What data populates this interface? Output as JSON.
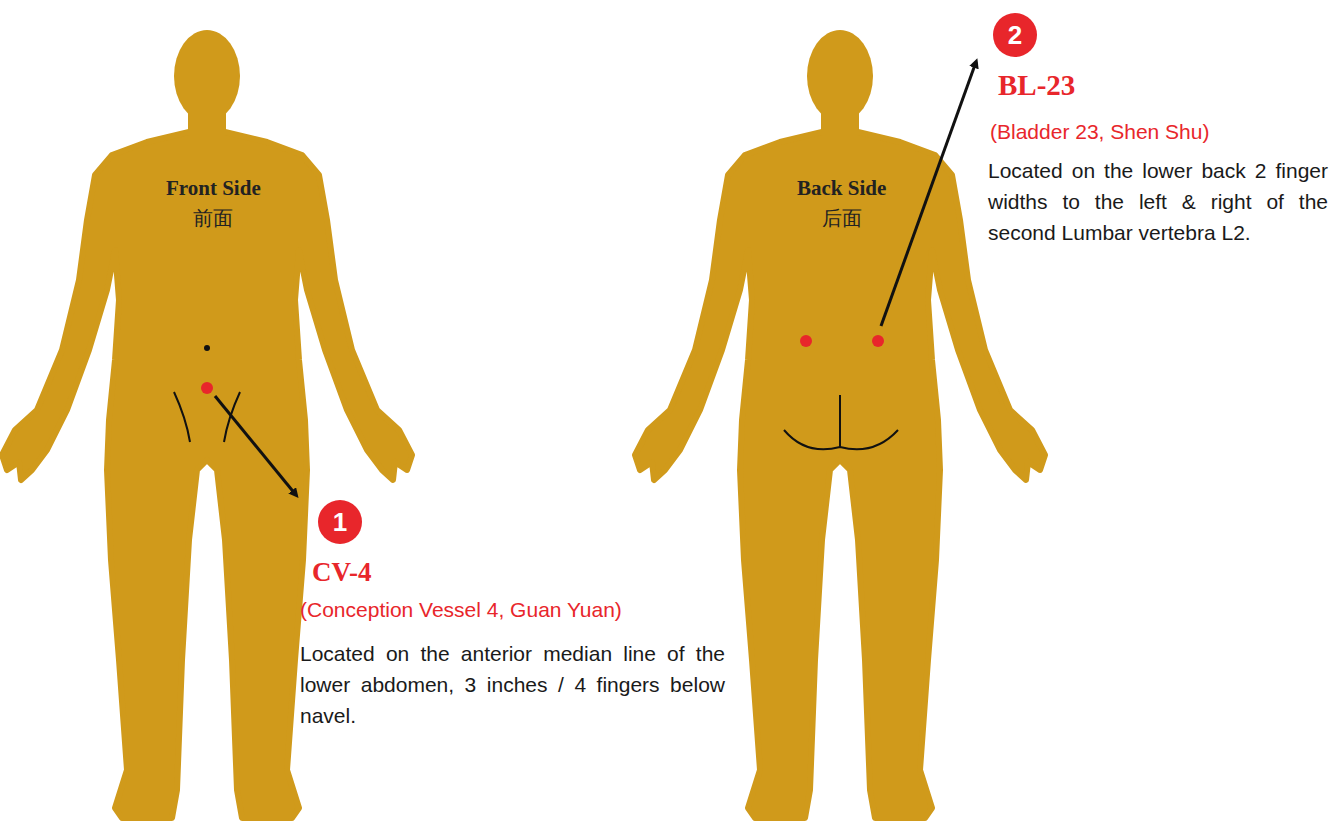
{
  "diagram": {
    "nodes": [
      {
        "text": [
          "1"
        ]
      },
      {
        "text": [
          "2"
        ]
      }
    ],
    "labels": [
      "Front Side",
      "前面",
      "Back Side",
      "后面",
      "CV-4",
      "(Conception Vessel 4, Guan Yuan)",
      "Located on the anterior median line of the lower abdomen, 3 inches / 4 fingers below navel.",
      "BL-23",
      "(Bladder 23, Shen Shu)",
      "Located on the lower back 2 finger widths to the left & right of the second Lumbar vertebra L2."
    ]
  }
}
